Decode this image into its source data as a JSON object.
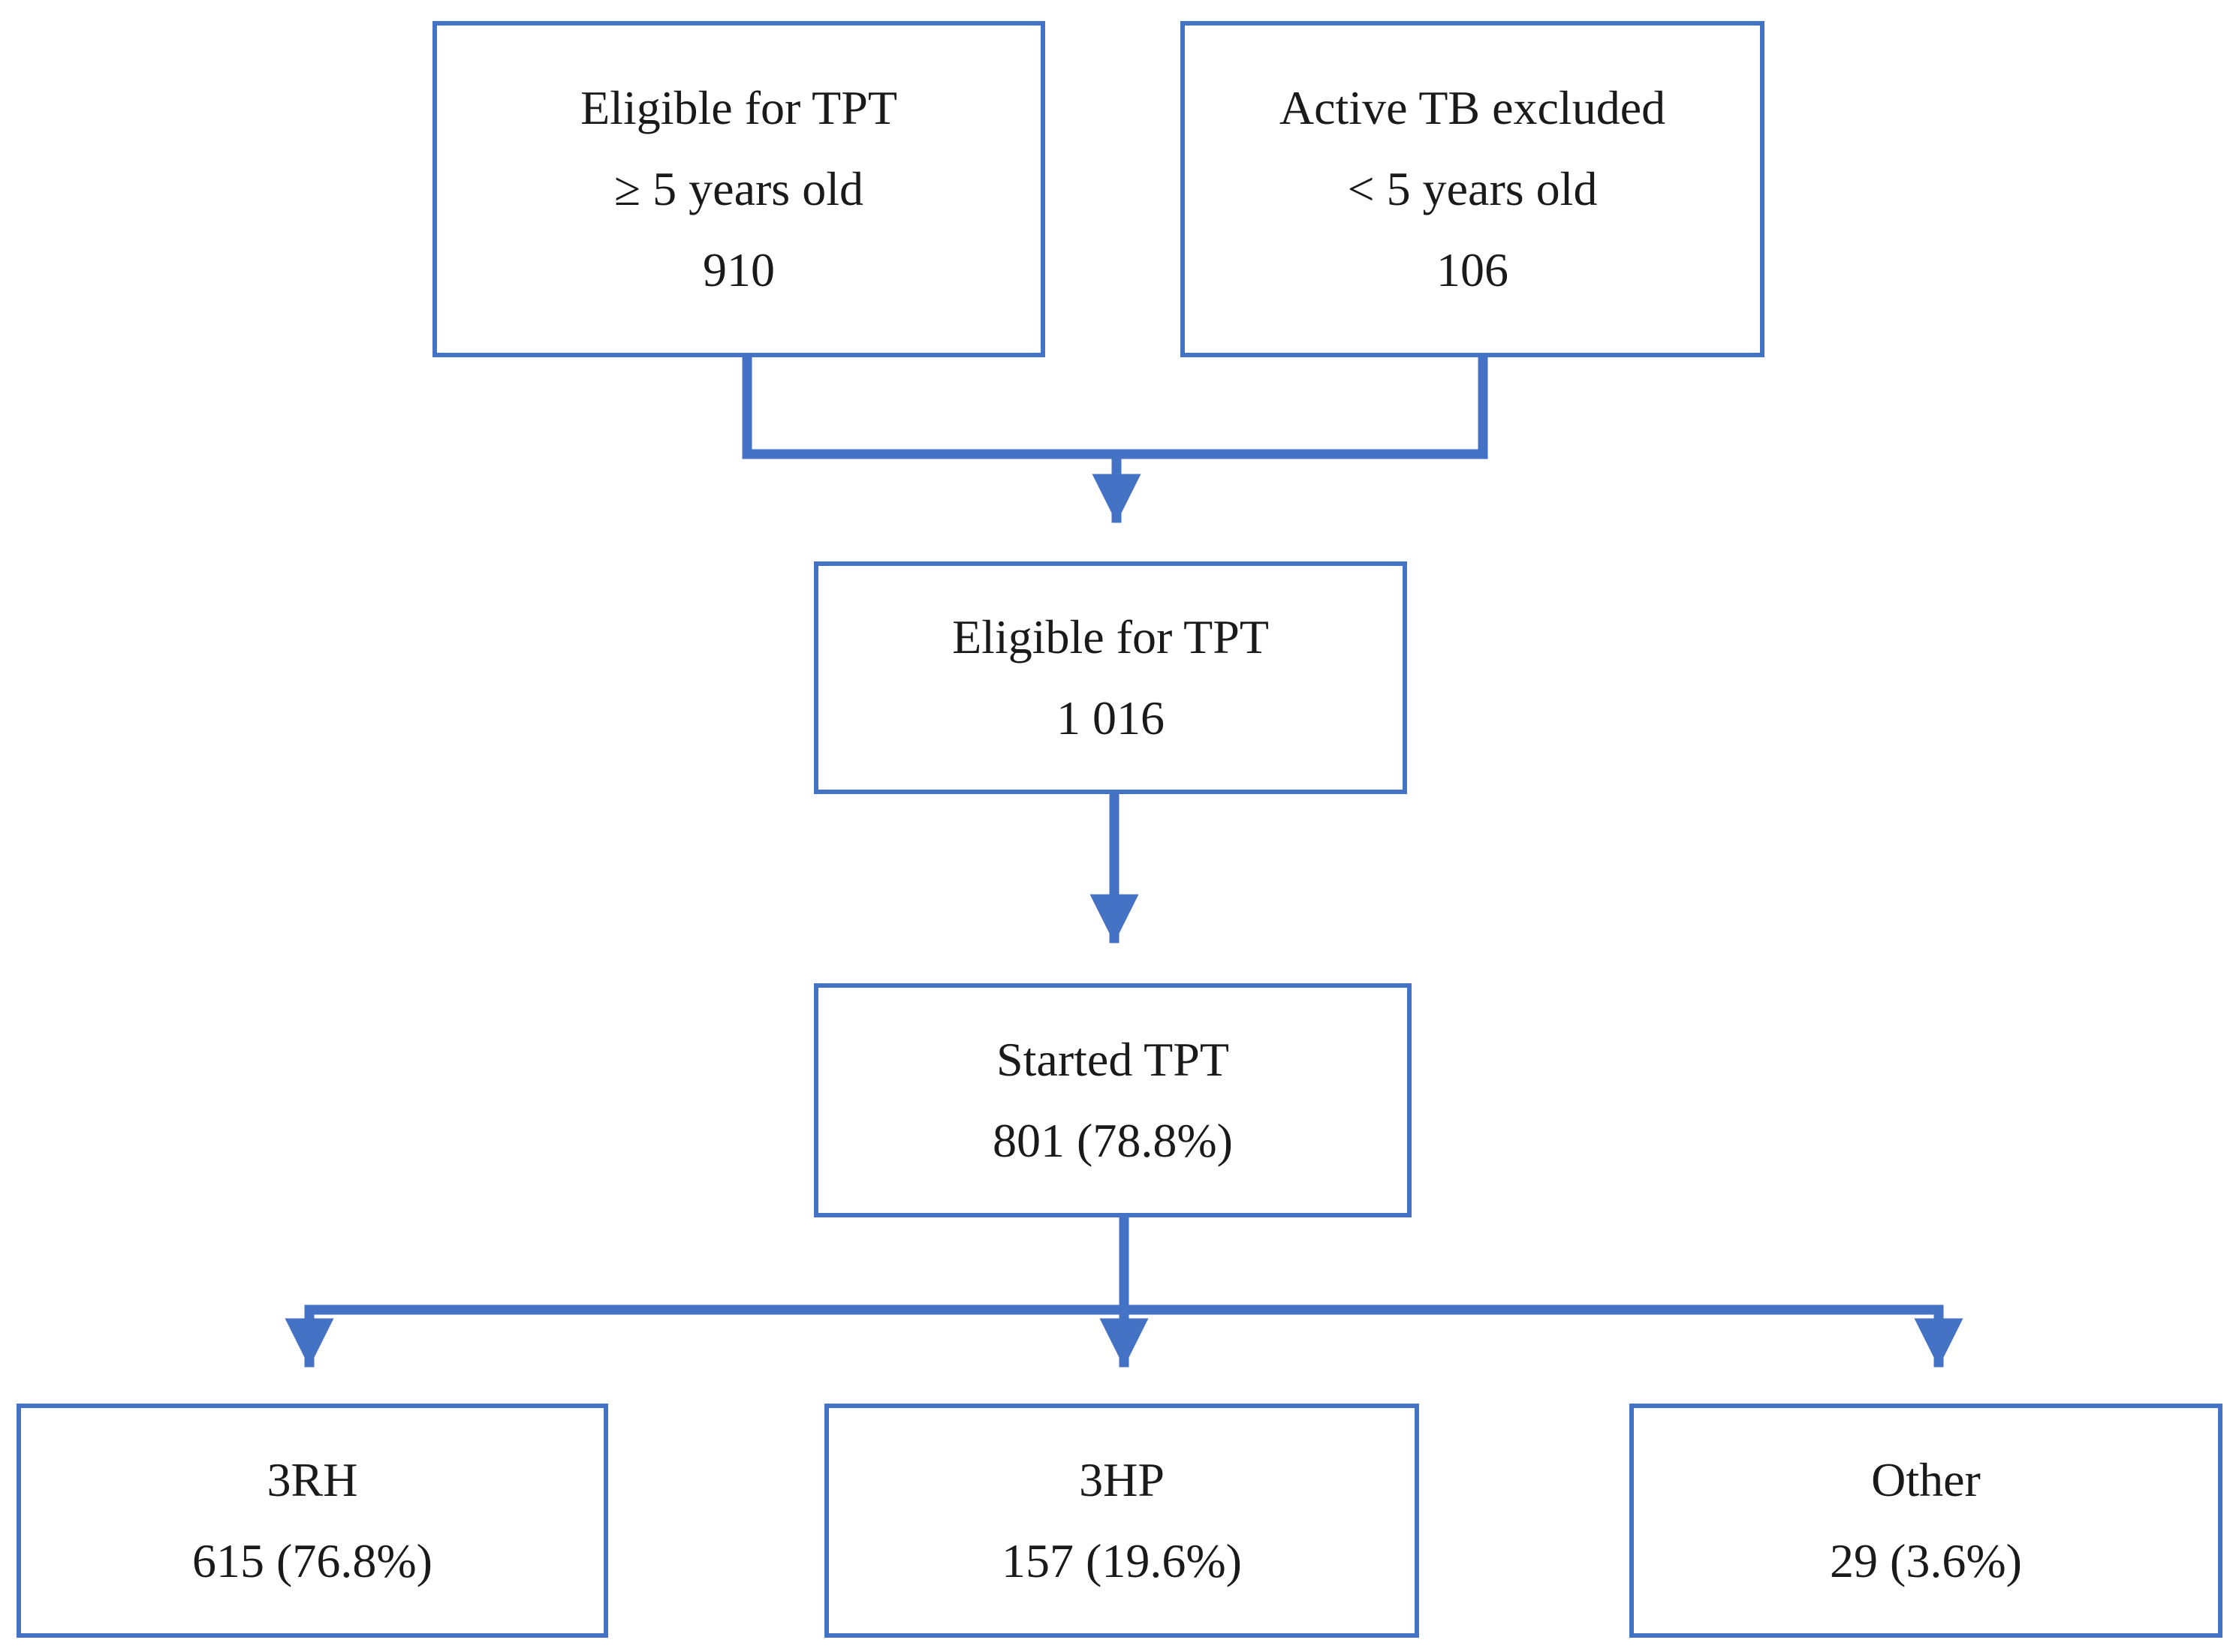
{
  "colors": {
    "accent": "#4472C4",
    "text": "#1a1a1a"
  },
  "boxes": {
    "eligible_5plus": {
      "line1": "Eligible for TPT",
      "line2": "≥ 5 years old",
      "line3": "910"
    },
    "active_tb": {
      "line1": "Active TB excluded",
      "line2": "< 5 years old",
      "line3": "106"
    },
    "eligible_total": {
      "line1": "Eligible for TPT",
      "line2": "1 016"
    },
    "started": {
      "line1": "Started TPT",
      "line2": "801 (78.8%)"
    },
    "regimen_3rh": {
      "line1": "3RH",
      "line2": "615 (76.8%)"
    },
    "regimen_3hp": {
      "line1": "3HP",
      "line2": "157 (19.6%)"
    },
    "regimen_other": {
      "line1": "Other",
      "line2": "29 (3.6%)"
    }
  }
}
